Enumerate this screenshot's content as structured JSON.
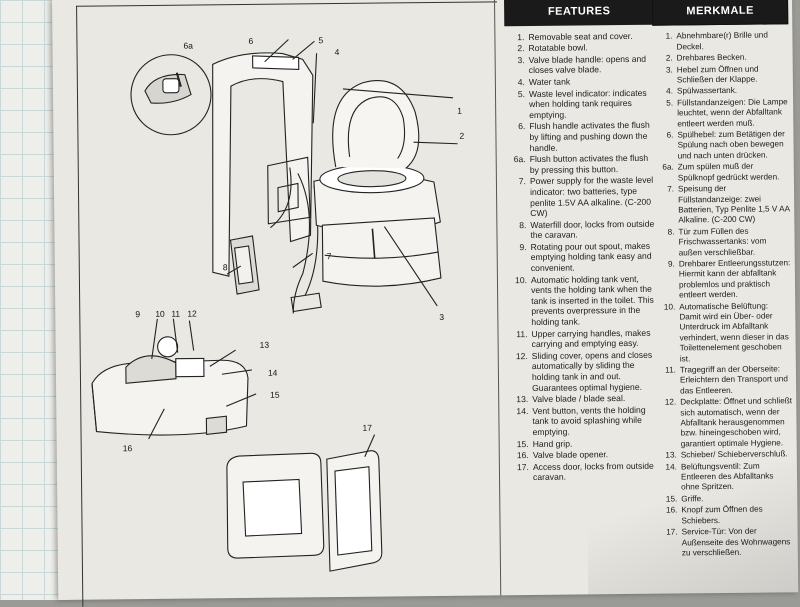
{
  "features": {
    "title": "FEATURES",
    "items": [
      {
        "num": "1.",
        "text": "Removable seat and cover."
      },
      {
        "num": "2.",
        "text": "Rotatable bowl."
      },
      {
        "num": "3.",
        "text": "Valve blade handle: opens and closes valve blade."
      },
      {
        "num": "4.",
        "text": "Water tank"
      },
      {
        "num": "5.",
        "text": "Waste level indicator: indicates when holding tank requires emptying."
      },
      {
        "num": "6.",
        "text": "Flush handle activates the flush by lifting and pushing down the handle."
      },
      {
        "num": "6a.",
        "text": "Flush button activates the flush by pressing this button."
      },
      {
        "num": "7.",
        "text": "Power supply for the waste level indicator: two batteries, type penlite 1.5V AA alkaline. (C-200 CW)"
      },
      {
        "num": "8.",
        "text": "Waterfill door, locks from outside the caravan."
      },
      {
        "num": "9.",
        "text": "Rotating pour out spout, makes emptying holding tank easy and convenient."
      },
      {
        "num": "10.",
        "text": "Automatic holding tank vent, vents the holding tank when the tank is inserted in the toilet. This prevents overpressure in the holding tank."
      },
      {
        "num": "11.",
        "text": "Upper carrying handles, makes carrying and emptying easy."
      },
      {
        "num": "12.",
        "text": "Sliding cover, opens and closes automatically by sliding the holding tank in and out. Guarantees optimal hygiene."
      },
      {
        "num": "13.",
        "text": "Valve blade / blade seal."
      },
      {
        "num": "14.",
        "text": "Vent button, vents the holding tank to avoid splashing while emptying."
      },
      {
        "num": "15.",
        "text": "Hand grip."
      },
      {
        "num": "16.",
        "text": "Valve blade opener."
      },
      {
        "num": "17.",
        "text": "Access door, locks from outside caravan."
      }
    ]
  },
  "merkmale": {
    "title": "MERKMALE",
    "items": [
      {
        "num": "1.",
        "text": "Abnehmbare(r) Brille und Deckel."
      },
      {
        "num": "2.",
        "text": "Drehbares Becken."
      },
      {
        "num": "3.",
        "text": "Hebel zum Öffnen und Schließen der Klappe."
      },
      {
        "num": "4.",
        "text": "Spülwassertank."
      },
      {
        "num": "5.",
        "text": "Füllstandanzeigen: Die Lampe leuchtet, wenn der Abfalltank entleert werden muß."
      },
      {
        "num": "6.",
        "text": "Spülhebel: zum Betätigen der Spülung nach oben bewegen und nach unten drücken."
      },
      {
        "num": "6a.",
        "text": "Zum spülen muß der Spülknopf gedrückt werden."
      },
      {
        "num": "7.",
        "text": "Speisung der Füllstandanzeige: zwei Batterien, Typ Penlite 1,5 V AA Alkaline. (C-200 CW)"
      },
      {
        "num": "8.",
        "text": "Tür zum Füllen des Frischwassertanks: vom außen verschließbar."
      },
      {
        "num": "9.",
        "text": "Drehbarer Entleerungsstutzen: Hiermit kann der abfalltank problemlos und praktisch entleert werden."
      },
      {
        "num": "10.",
        "text": "Automatische Belüftung: Damit wird ein Über- oder Unterdruck im Abfalltank verhindert, wenn dieser in das Toilettenelement geschoben ist."
      },
      {
        "num": "11.",
        "text": "Tragegriff an der Oberseite: Erleichtern den Transport und das Entleeren."
      },
      {
        "num": "12.",
        "text": "Deckplatte: Öffnet und schließt sich automatisch, wenn der Abfalltank herausgenommen bzw. hineingeschoben wird, garantiert optimale Hygiene."
      },
      {
        "num": "13.",
        "text": "Schieber/ Schieberverschluß."
      },
      {
        "num": "14.",
        "text": "Belüftungsventil: Zum Entleeren des Abfalltanks ohne Spritzen."
      },
      {
        "num": "15.",
        "text": "Griffe."
      },
      {
        "num": "16.",
        "text": "Knopf zum Öffnen des Schiebers."
      },
      {
        "num": "17.",
        "text": "Service-Tür: Von der Außenseite des Wohnwagens zu verschließen."
      }
    ]
  },
  "diagram": {
    "callouts": [
      "1",
      "2",
      "3",
      "4",
      "5",
      "6",
      "6a",
      "7",
      "8",
      "9",
      "10",
      "11",
      "12",
      "13",
      "14",
      "15",
      "16",
      "17"
    ]
  }
}
